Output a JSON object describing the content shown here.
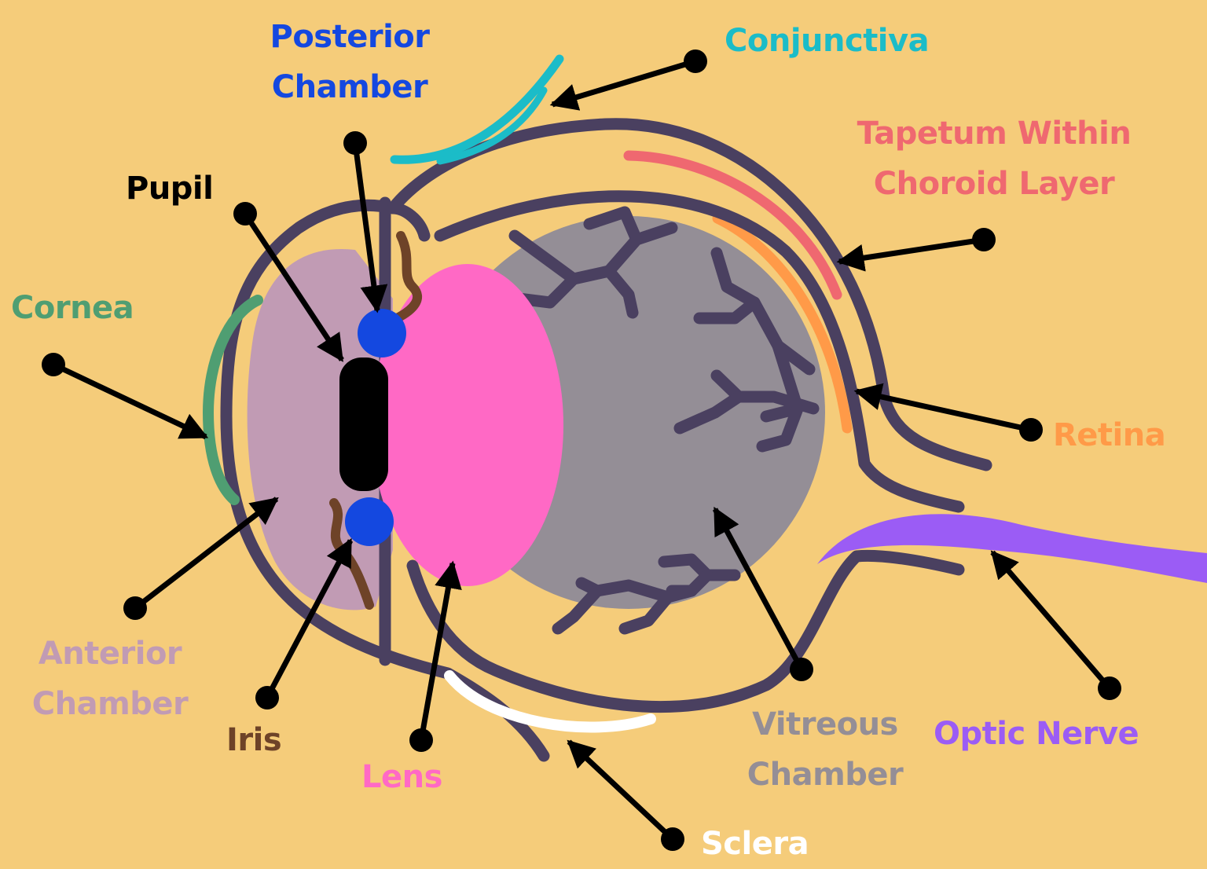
{
  "colors": {
    "background": "#f5cc7a",
    "outline": "#4a4060",
    "cornea": "#4f9e72",
    "conjunctiva": "#1bbcc8",
    "tapetum": "#ef6870",
    "retina": "#ff9a48",
    "anterior_chamber": "#c19bb4",
    "vitreous": "#948e96",
    "lens": "#ff69c5",
    "posterior_chamber": "#1448e0",
    "pupil": "#000000",
    "iris": "#6e4328",
    "optic_nerve": "#9b5cf5",
    "sclera": "#ffffff",
    "pointer": "#000000"
  },
  "labels": {
    "posterior_chamber": {
      "line1": "Posterior",
      "line2": "Chamber"
    },
    "conjunctiva": "Conjunctiva",
    "tapetum": {
      "line1": "Tapetum Within",
      "line2": "Choroid Layer"
    },
    "pupil": "Pupil",
    "cornea": "Cornea",
    "retina": "Retina",
    "anterior_chamber": {
      "line1": "Anterior",
      "line2": "Chamber"
    },
    "iris": "Iris",
    "lens": "Lens",
    "vitreous_chamber": {
      "line1": "Vitreous",
      "line2": "Chamber"
    },
    "optic_nerve": "Optic Nerve",
    "sclera": "Sclera"
  }
}
